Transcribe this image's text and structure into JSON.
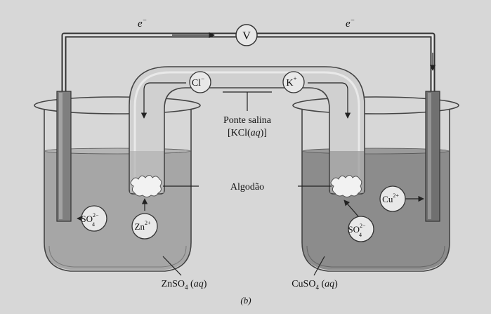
{
  "figure_label": "(b)",
  "electron_label_left": "e",
  "electron_label_right": "e",
  "electron_sup": "−",
  "voltmeter": "V",
  "salt_bridge": {
    "line1": "Ponte salina",
    "line2_prefix": "[KCl(",
    "line2_italic": "aq",
    "line2_suffix": ")]"
  },
  "ions_bridge": {
    "anion": {
      "base": "Cl",
      "charge": "−"
    },
    "cation": {
      "base": "K",
      "charge": "+"
    }
  },
  "cotton_label": "Algodão",
  "left_cell": {
    "label_base": "ZnSO",
    "label_sub": "4",
    "label_state": "aq",
    "ion_sulfate": {
      "base": "SO",
      "sub": "4",
      "charge": "2−"
    },
    "ion_metal": {
      "base": "Zn",
      "charge": "2+"
    }
  },
  "right_cell": {
    "label_base": "CuSO",
    "label_sub": "4",
    "label_state": "aq",
    "ion_sulfate": {
      "base": "SO",
      "sub": "4",
      "charge": "2−"
    },
    "ion_metal": {
      "base": "Cu",
      "charge": "2+"
    }
  },
  "colors": {
    "background": "#d7d7d7",
    "solution_left": "#a6a6a6",
    "solution_right": "#8c8c8c",
    "zinc": "#7f7f7f",
    "copper": "#707070",
    "wire": "#333333"
  }
}
